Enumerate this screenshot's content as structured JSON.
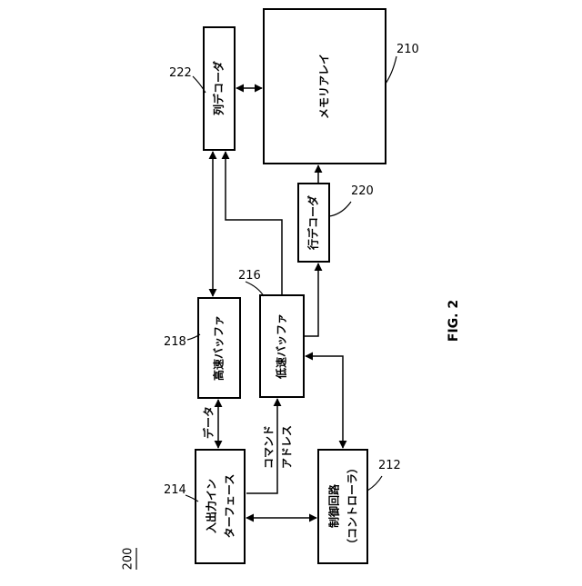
{
  "figure": {
    "label": "FIG. 2",
    "overall_ref": "200"
  },
  "blocks": {
    "memory_array": {
      "label": "メモリアレイ",
      "ref": "210"
    },
    "column_decoder": {
      "label": "列デコーダ",
      "ref": "222"
    },
    "row_decoder": {
      "label": "行デコーダ",
      "ref": "220"
    },
    "high_speed_buffer": {
      "label": "高速バッファ",
      "ref": "218"
    },
    "low_speed_buffer": {
      "label": "低速バッファ",
      "ref": "216"
    },
    "io_interface": {
      "label_line1": "入出力イン",
      "label_line2": "ターフェース",
      "ref": "214"
    },
    "control_circuit": {
      "label_line1": "制御回路",
      "label_line2": "（コントローラ）",
      "ref": "212"
    }
  },
  "signals": {
    "data": "データ",
    "command": "コマンド",
    "address": "アドレス"
  }
}
